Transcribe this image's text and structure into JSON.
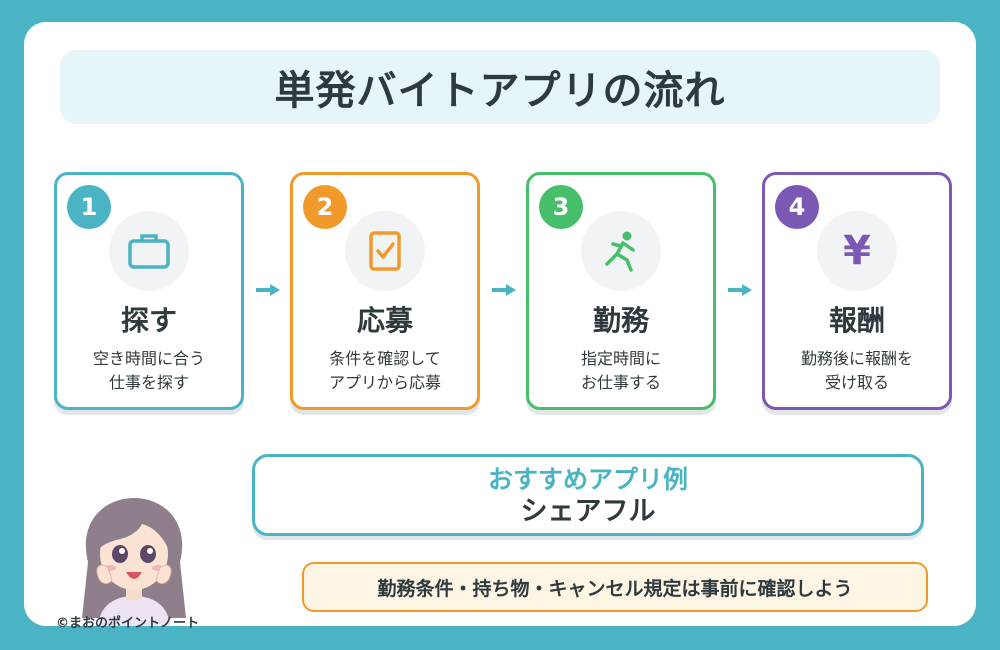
{
  "title": "単発バイトアプリの流れ",
  "steps": [
    {
      "number": "1",
      "icon": "briefcase-icon",
      "title": "探す",
      "desc": [
        "空き時間に合う",
        "仕事を探す"
      ],
      "color": "#4ab3c4"
    },
    {
      "number": "2",
      "icon": "checklist-icon",
      "title": "応募",
      "desc": [
        "条件を確認して",
        "アプリから応募"
      ],
      "color": "#f19a2c"
    },
    {
      "number": "3",
      "icon": "running-person-icon",
      "title": "勤務",
      "desc": [
        "指定時間に",
        "お仕事する"
      ],
      "color": "#47bf6a"
    },
    {
      "number": "4",
      "icon": "yen-icon",
      "icon_glyph": "¥",
      "title": "報酬",
      "desc": [
        "勤務後に報酬を",
        "受け取る"
      ],
      "color": "#7c58b5"
    }
  ],
  "recommendation": {
    "label": "おすすめアプリ例",
    "app": "シェアフル"
  },
  "note": "勤務条件・持ち物・キャンセル規定は事前に確認しよう",
  "copyright": "©まおのポイントノート",
  "colors": {
    "background": "#4ab3c4",
    "text": "#2f3a3e",
    "arrow": "#4ab3c4"
  }
}
